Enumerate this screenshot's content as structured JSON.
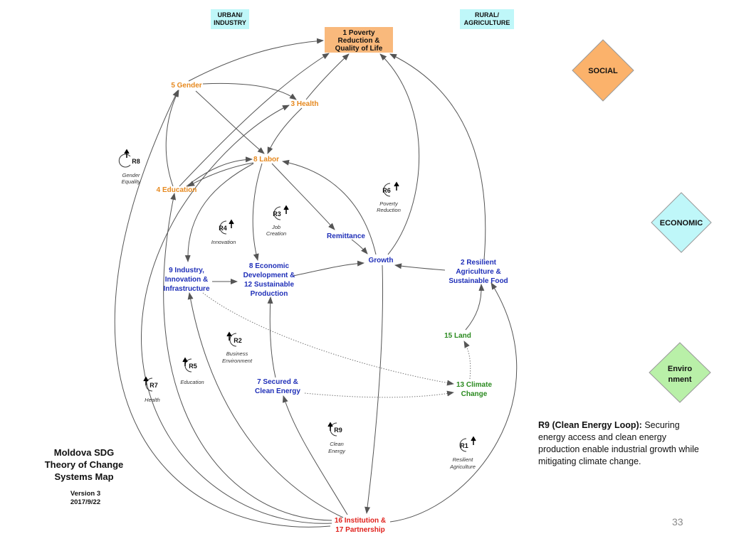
{
  "header": {
    "urban": [
      "URBAN/",
      "INDUSTRY"
    ],
    "rural": [
      "RURAL/",
      "AGRICULTURE"
    ]
  },
  "categories": {
    "social": "SOCIAL",
    "economic": "ECONOMIC",
    "environment": [
      "Enviro",
      "nment"
    ]
  },
  "nodes": {
    "poverty": [
      "1 Poverty",
      "Reduction &",
      "Quality of Life"
    ],
    "gender": "5 Gender",
    "health": "3 Health",
    "labor": "8 Labor",
    "education": "4 Education",
    "remittance": "Remittance",
    "growth": "Growth",
    "industry": [
      "9 Industry,",
      "Innovation &",
      "Infrastructure"
    ],
    "econdev": [
      "8 Economic",
      "Development &",
      "12 Sustainable",
      "Production"
    ],
    "agri": [
      "2 Resilient",
      "Agriculture &",
      "Sustainable Food"
    ],
    "land": "15 Land",
    "energy": [
      "7 Secured &",
      "Clean Energy"
    ],
    "climate": [
      "13 Climate",
      "Change"
    ],
    "institution": [
      "16 Institution &",
      "17 Partnership"
    ]
  },
  "loops": {
    "r1": {
      "id": "R1",
      "caption": [
        "Resilient",
        "Agriculture"
      ]
    },
    "r2": {
      "id": "R2",
      "caption": [
        "Business",
        "Environment"
      ]
    },
    "r3": {
      "id": "R3",
      "caption": [
        "Job",
        "Creation"
      ]
    },
    "r4": {
      "id": "R4",
      "caption": [
        "Innovation"
      ]
    },
    "r5": {
      "id": "R5",
      "caption": [
        "Education"
      ]
    },
    "r6": {
      "id": "R6",
      "caption": [
        "Poverty",
        "Reduction"
      ]
    },
    "r7": {
      "id": "R7",
      "caption": [
        "Health"
      ]
    },
    "r8": {
      "id": "R8",
      "caption": [
        "Gender",
        "Equality"
      ]
    },
    "r9": {
      "id": "R9",
      "caption": [
        "Clean",
        "Energy"
      ]
    }
  },
  "title_block": {
    "title": [
      "Moldova SDG",
      "Theory of Change",
      "Systems Map"
    ],
    "version": "Version 3",
    "date": "2017/9/22"
  },
  "note": {
    "title": "R9 (Clean Energy Loop):",
    "body": " Securing energy access and clean energy production enable industrial growth while mitigating  climate change."
  },
  "slide_number": "33",
  "colors": {
    "social_fill": "#fbb26b",
    "economic_fill": "#bff7f9",
    "environment_fill": "#b9f0a8",
    "urban_rural_fill": "#bff7f9",
    "poverty_fill": "#f9b97c",
    "social_node_text": "#e6891f",
    "economic_node_text": "#1f2fb8",
    "environment_node_text": "#2a8a1f",
    "institution_text": "#e0201b"
  }
}
